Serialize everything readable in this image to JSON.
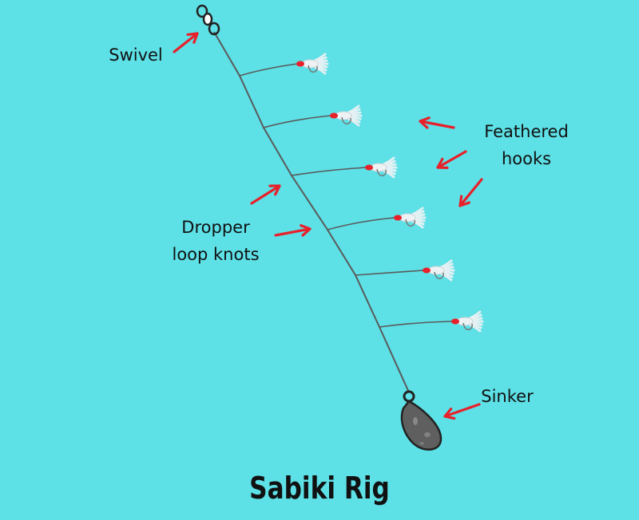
{
  "title": "Sabiki Rig",
  "labels": {
    "swivel": "Swivel",
    "feathered_hooks_line1": "Feathered",
    "feathered_hooks_line2": "hooks",
    "dropper_line1": "Dropper",
    "dropper_line2": "loop knots",
    "sinker": "Sinker"
  },
  "colors": {
    "background": "#5de0e6",
    "arrow": "#e8202a",
    "line": "#5a5a5a",
    "bead": "#e8202a",
    "feather": "#eef2f4",
    "sinker": "#5f5f5f",
    "text": "#111111"
  },
  "icons": [
    "swivel-icon",
    "feathered-hook-icon",
    "sinker-icon",
    "arrow-icon"
  ]
}
